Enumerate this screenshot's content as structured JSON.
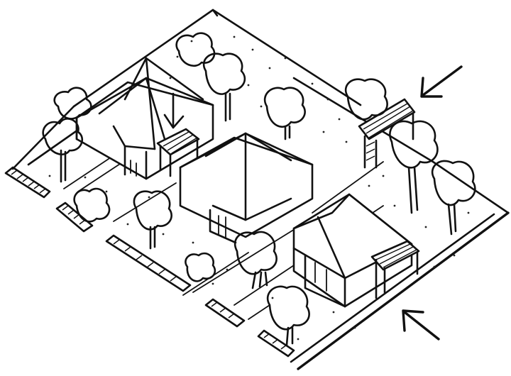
{
  "drawing": {
    "style": "hand-drawn axonometric sketch",
    "ink_color": "#111111",
    "paper_color": "#ffffff",
    "houses": [
      "house-1",
      "house-2",
      "house-3"
    ],
    "carports": [
      "carport-1",
      "carport-2",
      "carport-3"
    ],
    "trees": [
      "tree-1",
      "tree-2",
      "tree-3",
      "tree-4",
      "tree-5",
      "tree-6",
      "tree-7",
      "tree-8",
      "tree-9",
      "tree-10",
      "tree-11",
      "tree-12",
      "tree-13"
    ],
    "arrows": [
      "arrow-upper-right",
      "arrow-lower-right",
      "arrow-roof"
    ],
    "fences": [
      "fence-1",
      "fence-2",
      "fence-3",
      "fence-4",
      "fence-5"
    ]
  }
}
